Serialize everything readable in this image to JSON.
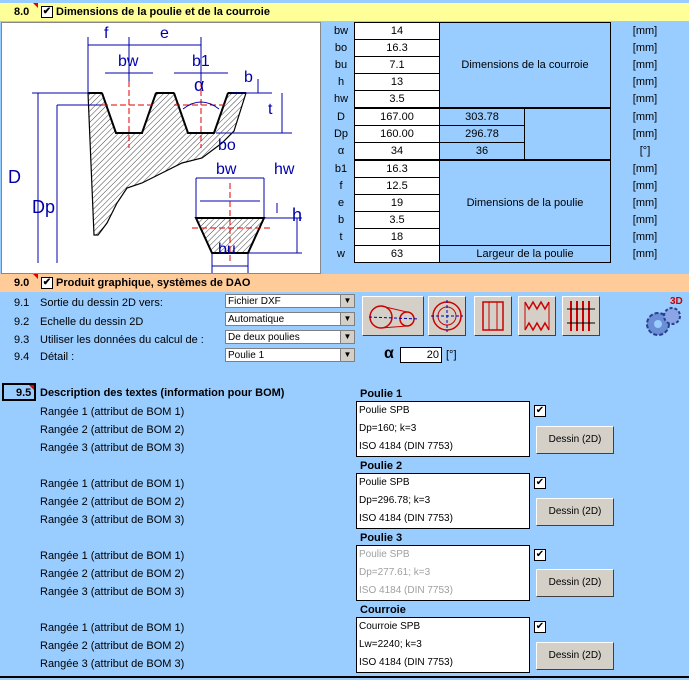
{
  "section8": {
    "number": "8.0",
    "title": "Dimensions de la poulie et de la courroie"
  },
  "diagram_labels": {
    "f": "f",
    "e": "e",
    "bw_top": "bw",
    "b1": "b1",
    "alpha": "α",
    "b": "b",
    "t": "t",
    "D": "D",
    "Dp": "Dp",
    "bo": "bo",
    "bw_belt": "bw",
    "hw": "hw",
    "h": "h",
    "bu": "bu"
  },
  "dim_rows": [
    {
      "label": "bw",
      "v1": "14",
      "unit": "[mm]"
    },
    {
      "label": "bo",
      "v1": "16.3",
      "unit": "[mm]"
    },
    {
      "label": "bu",
      "v1": "7.1",
      "unit": "[mm]"
    },
    {
      "label": "h",
      "v1": "13",
      "unit": "[mm]"
    },
    {
      "label": "hw",
      "v1": "3.5",
      "unit": "[mm]"
    },
    {
      "label": "D",
      "v1": "167.00",
      "v2": "303.78",
      "unit": "[mm]"
    },
    {
      "label": "Dp",
      "v1": "160.00",
      "v2": "296.78",
      "unit": "[mm]"
    },
    {
      "label": "α",
      "v1": "34",
      "v2": "36",
      "unit": "[°]"
    },
    {
      "label": "b1",
      "v1": "16.3",
      "unit": "[mm]"
    },
    {
      "label": "f",
      "v1": "12.5",
      "unit": "[mm]"
    },
    {
      "label": "e",
      "v1": "19",
      "unit": "[mm]"
    },
    {
      "label": "b",
      "v1": "3.5",
      "unit": "[mm]"
    },
    {
      "label": "t",
      "v1": "18",
      "unit": "[mm]"
    },
    {
      "label": "w",
      "v1": "63",
      "unit": "[mm]"
    }
  ],
  "dim_desc": {
    "belt": "Dimensions de la courroie",
    "pulley": "Dimensions de la poulie",
    "width": "Largeur de la poulie"
  },
  "section9": {
    "number": "9.0",
    "title": "Produit graphique, systèmes de DAO"
  },
  "rows9": [
    {
      "num": "9.1",
      "label": "Sortie du dessin 2D vers:",
      "value": "Fichier DXF"
    },
    {
      "num": "9.2",
      "label": "Echelle du dessin 2D",
      "value": "Automatique"
    },
    {
      "num": "9.3",
      "label": "Utiliser les données du calcul de :",
      "value": "De deux poulies"
    },
    {
      "num": "9.4",
      "label": "Détail :",
      "value": "Poulie 1"
    }
  ],
  "alpha_input": {
    "label": "α",
    "value": "20",
    "unit": "[°]"
  },
  "toolbar_icons": [
    "drive-diagram-icon",
    "pulley-front-icon",
    "pulley-side-1-icon",
    "pulley-side-2-icon",
    "pulley-side-3-icon"
  ],
  "icon_3d": {
    "label": "3D"
  },
  "section95": {
    "number": "9.5",
    "title": "Description des textes (information pour BOM)"
  },
  "row_labels": [
    "Rangée 1 (attribut de BOM 1)",
    "Rangée 2 (attribut de BOM 2)",
    "Rangée 3 (attribut de BOM 3)"
  ],
  "bom_groups": [
    {
      "title": "Poulie 1",
      "lines": [
        "Poulie SPB",
        "Dp=160;  k=3",
        "ISO 4184 (DIN 7753)"
      ],
      "button": "Dessin (2D)",
      "enabled": true
    },
    {
      "title": "Poulie 2",
      "lines": [
        "Poulie SPB",
        "Dp=296.78;  k=3",
        "ISO 4184 (DIN 7753)"
      ],
      "button": "Dessin (2D)",
      "enabled": true
    },
    {
      "title": "Poulie 3",
      "lines": [
        "Poulie SPB",
        "Dp=277.61;  k=3",
        "ISO 4184 (DIN 7753)"
      ],
      "button": "Dessin (2D)",
      "enabled": false
    },
    {
      "title": "Courroie",
      "lines": [
        "Courroie SPB",
        "Lw=2240;  k=3",
        "ISO 4184 (DIN 7753)"
      ],
      "button": "Dessin (2D)",
      "enabled": true
    }
  ],
  "colors": {
    "bg": "#99ccff",
    "header8": "#ffff99",
    "header9": "#ffcc99",
    "red": "#e00000"
  }
}
